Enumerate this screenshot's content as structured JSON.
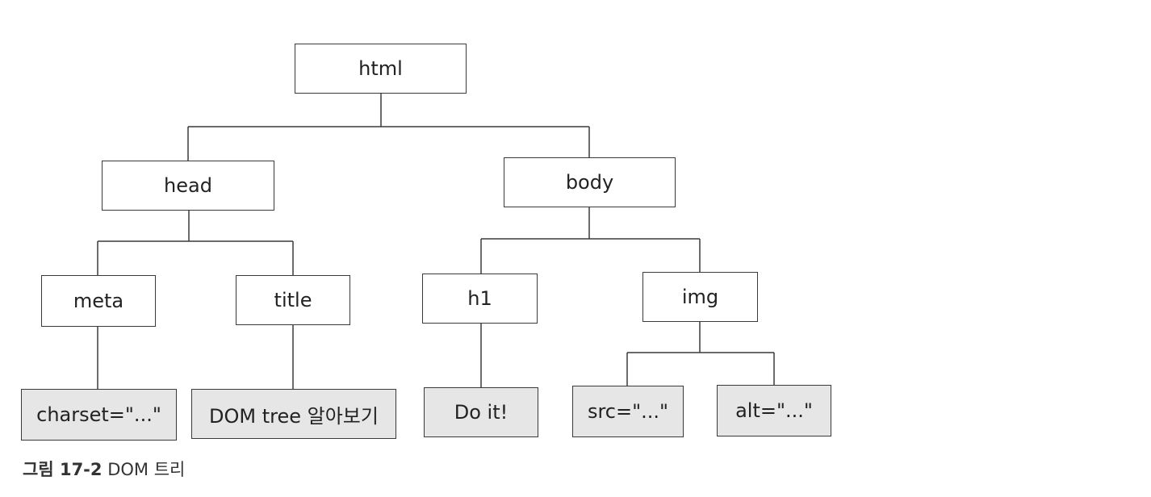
{
  "nodes": {
    "html": "html",
    "head": "head",
    "body": "body",
    "meta": "meta",
    "title": "title",
    "h1": "h1",
    "img": "img",
    "charset": "charset=\"...\"",
    "title_text": "DOM tree 알아보기",
    "h1_text": "Do it!",
    "src": "src=\"...\"",
    "alt": "alt=\"...\""
  },
  "caption": {
    "figure_number": "그림 17-2",
    "title": "DOM 트리"
  }
}
